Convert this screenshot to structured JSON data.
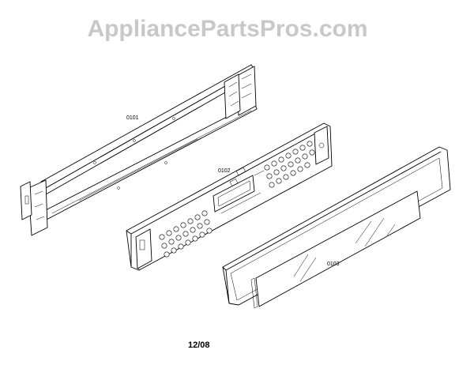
{
  "watermark": "AppliancePartsPros.com",
  "parts": [
    {
      "id": "0101"
    },
    {
      "id": "0102"
    },
    {
      "id": "0103"
    }
  ],
  "date_code": "12/08"
}
